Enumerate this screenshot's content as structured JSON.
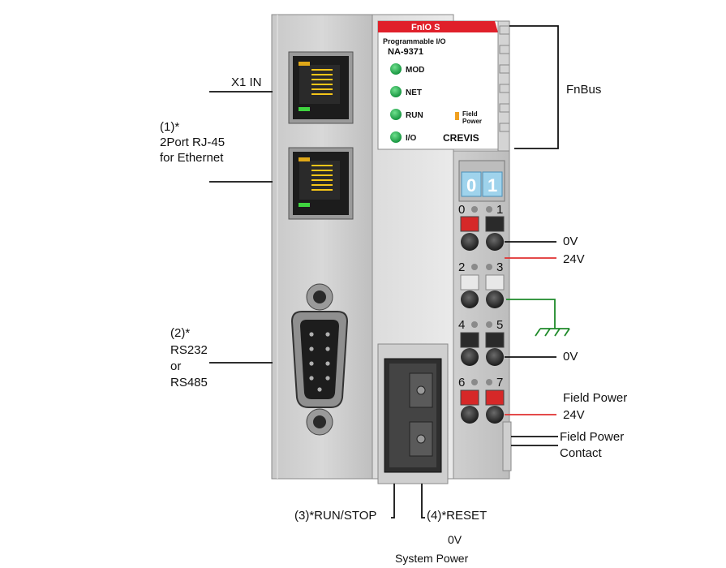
{
  "labels": {
    "x1_in": "X1 IN",
    "rj45_1": "(1)*",
    "rj45_2": "2Port RJ-45",
    "rj45_3": "for Ethernet",
    "serial_1": "(2)*",
    "serial_2": "RS232",
    "serial_3": "or",
    "serial_4": "RS485",
    "fnbus": "FnBus",
    "ov_1": "0V",
    "v24_1": "24V",
    "ov_2": "0V",
    "field_power_1": "Field Power",
    "v24_2": "24V",
    "fp_contact_1": "Field Power",
    "fp_contact_2": "Contact",
    "run_stop": "(3)*RUN/STOP",
    "reset": "(4)*RESET",
    "sys_ov": "0V",
    "sys_power": "System Power"
  },
  "panel": {
    "series": "FnIO S",
    "subtitle": "Programmable I/O",
    "model": "NA-9371",
    "leds": [
      "MOD",
      "NET",
      "RUN",
      "I/O"
    ],
    "field_1": "Field",
    "field_2": "Power",
    "brand": "CREVIS"
  },
  "terminal": {
    "digits": [
      "0",
      "1"
    ],
    "numbers": [
      "0",
      "1",
      "2",
      "3",
      "4",
      "5",
      "6",
      "7"
    ]
  },
  "colors": {
    "led_green": "#1aa34a",
    "brand_red": "#e0202a",
    "ground_green": "#1f8a2a",
    "line_red": "#e03030",
    "field_led": "#f0a020"
  }
}
